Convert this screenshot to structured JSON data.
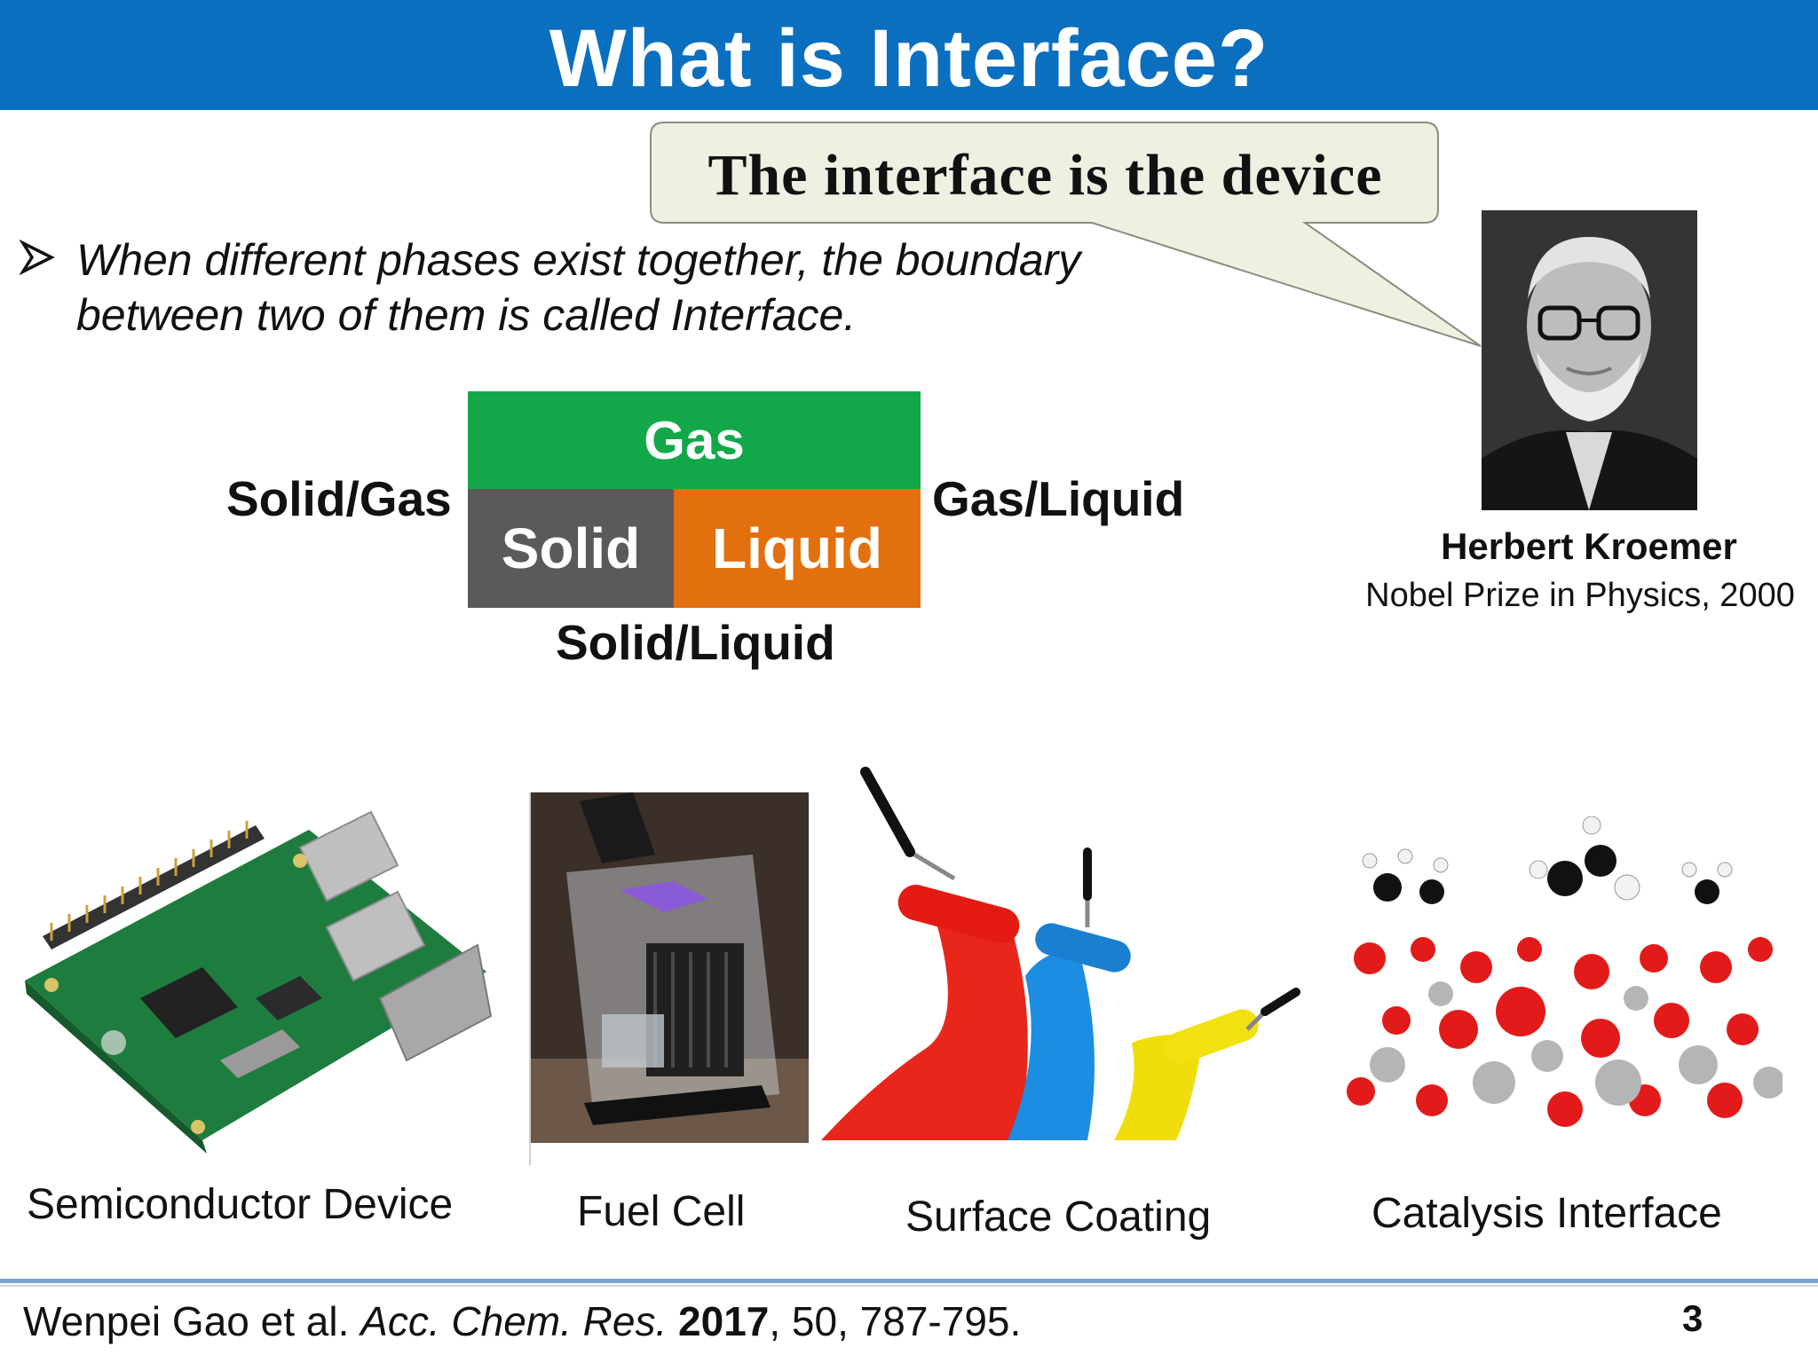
{
  "slide": {
    "title": "What is Interface?",
    "callout": "The interface is the device",
    "bullet_line1": "When different phases exist together, the boundary",
    "bullet_line2": "between two of them is called Interface."
  },
  "phases": {
    "gas": "Gas",
    "solid": "Solid",
    "liquid": "Liquid",
    "solid_gas": "Solid/Gas",
    "gas_liquid": "Gas/Liquid",
    "solid_liquid": "Solid/Liquid",
    "colors": {
      "gas": "#12a84a",
      "solid": "#5a5a5d",
      "liquid": "#e2700f"
    }
  },
  "person": {
    "name": "Herbert Kroemer",
    "award": "Nobel Prize in Physics, 2000"
  },
  "examples": [
    {
      "caption": "Semiconductor Device",
      "icon": "circuit-board-photo"
    },
    {
      "caption": "Fuel Cell",
      "icon": "fuel-cell-photo"
    },
    {
      "caption": "Surface Coating",
      "icon": "paint-roller-photo"
    },
    {
      "caption": "Catalysis Interface",
      "icon": "molecular-model"
    }
  ],
  "footer": {
    "authors": "Wenpei Gao et al. ",
    "journal": "Acc. Chem. Res.",
    "year": "2017",
    "rest": ", 50, 787-795.",
    "page": "3"
  },
  "colors": {
    "title_bar": "#0b6fbf",
    "callout_fill": "#eef0e2",
    "footer_rule": "#7da3cf"
  }
}
